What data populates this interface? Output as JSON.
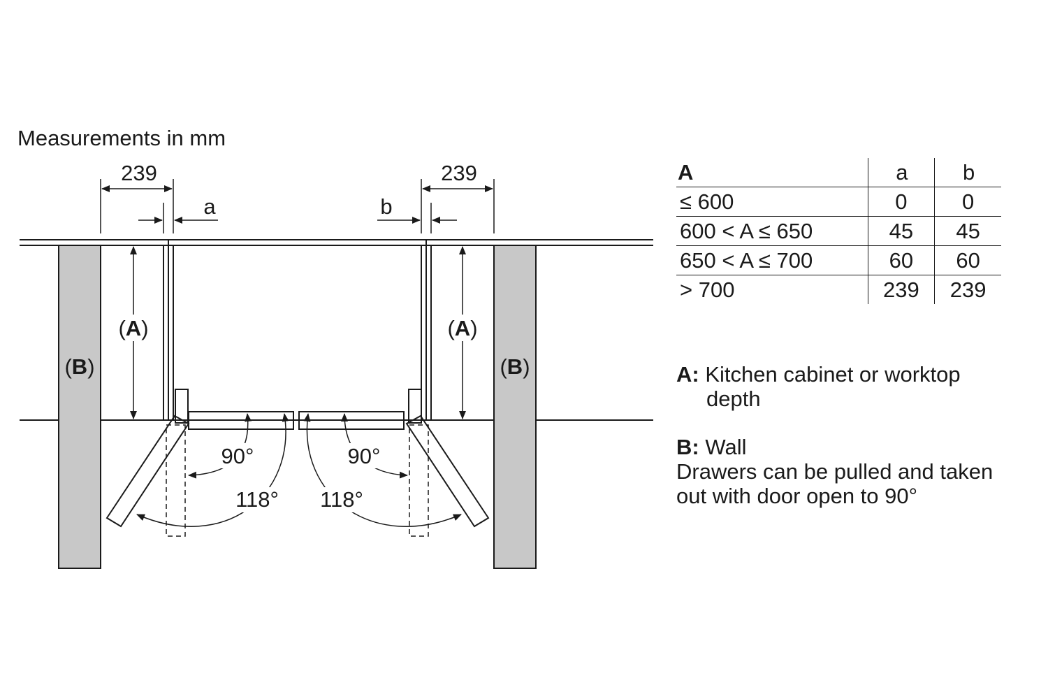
{
  "title": "Measurements in mm",
  "dimensions": {
    "clearance_left": "239",
    "clearance_right": "239",
    "gap_left": "a",
    "gap_right": "b"
  },
  "labels": {
    "depth_marker": "A",
    "wall_marker": "B",
    "angle_90": "90°",
    "angle_118": "118°"
  },
  "table": {
    "headers": [
      "A",
      "a",
      "b"
    ],
    "rows": [
      [
        "≤ 600",
        "0",
        "0"
      ],
      [
        "600 < A ≤ 650",
        "45",
        "45"
      ],
      [
        "650 < A ≤ 700",
        "60",
        "60"
      ],
      [
        "> 700",
        "239",
        "239"
      ]
    ]
  },
  "legend": {
    "a_key": "A:",
    "a_line1": "Kitchen cabinet or worktop",
    "a_line2": "depth",
    "b_key": "B:",
    "b_text": "Wall",
    "note_line1": "Drawers can be pulled and taken",
    "note_line2": "out with door open to 90°"
  },
  "colors": {
    "wall_fill": "#c8c8c8",
    "line": "#1a1a1a"
  }
}
